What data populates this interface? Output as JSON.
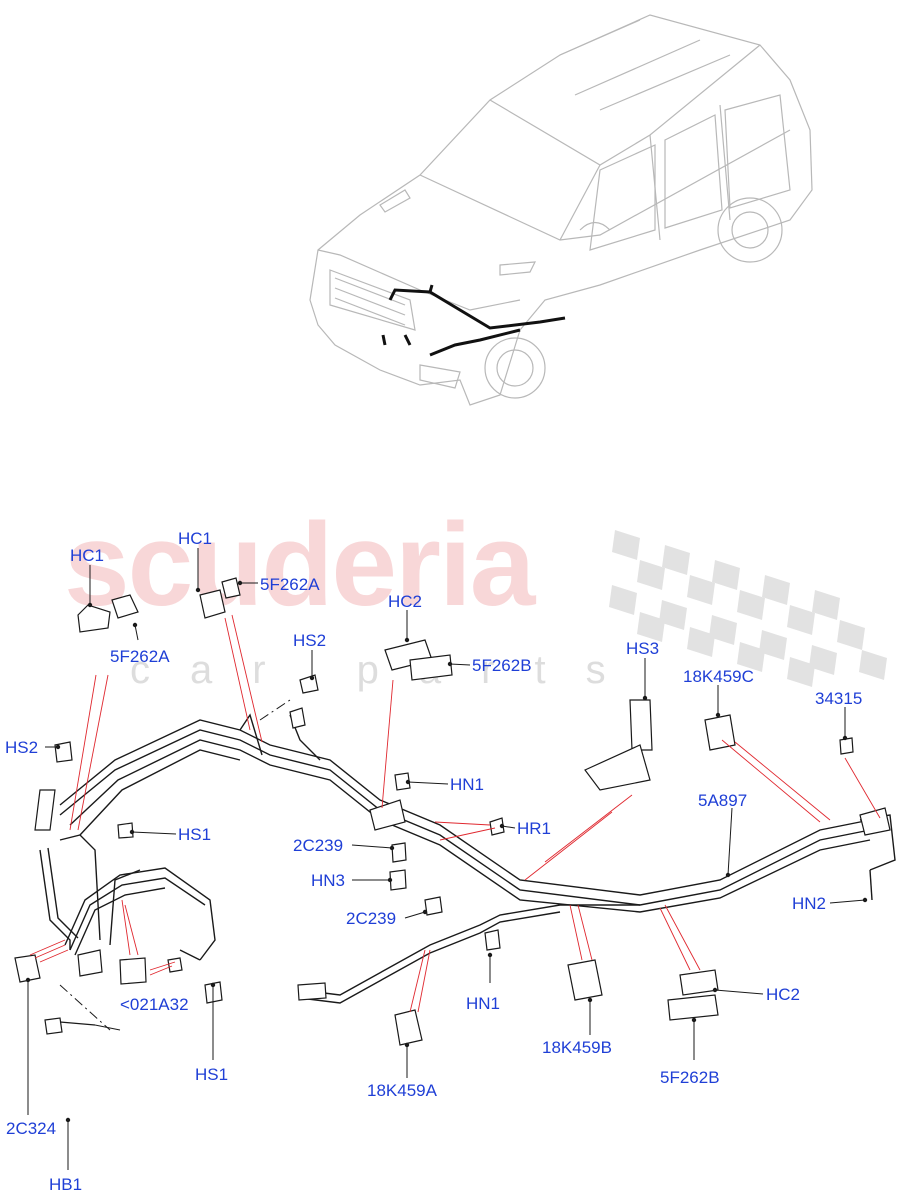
{
  "watermark": {
    "brand": "scuderia",
    "tagline": "car parts"
  },
  "colors": {
    "label": "#1f3fd6",
    "leader": "#e0282f",
    "line": "#1a1a1a",
    "vehicle": "#b8b8b8",
    "watermark_red": "#e88287",
    "watermark_grey": "#b4b4b4"
  },
  "labels": {
    "hc1_left": "HC1",
    "hc1_mid": "HC1",
    "f5f262a_mid": "5F262A",
    "f5f262a_left": "5F262A",
    "hc2_top": "HC2",
    "f5f262b_top": "5F262B",
    "hs2_top": "HS2",
    "hs3": "HS3",
    "k18k459c": "18K459C",
    "p34315": "34315",
    "hs2_left": "HS2",
    "hn1_top": "HN1",
    "hs1_top": "HS1",
    "hr1": "HR1",
    "a5a897": "5A897",
    "c2c239_top": "2C239",
    "hn3": "HN3",
    "hn2": "HN2",
    "c2c239_mid": "2C239",
    "a021a32": "<021A32",
    "hn1_bottom": "HN1",
    "hc2_bottom": "HC2",
    "c2c324": "2C324",
    "hs1_bottom": "HS1",
    "k18k459b": "18K459B",
    "f5f262b_bottom": "5F262B",
    "k18k459a": "18K459A",
    "hb1": "HB1"
  }
}
